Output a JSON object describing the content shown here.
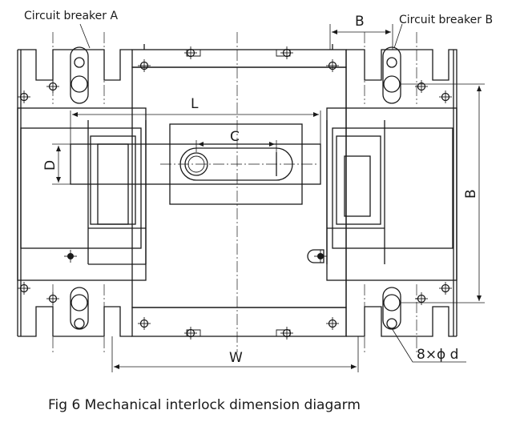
{
  "labels": {
    "breaker_a": "Circuit breaker A",
    "breaker_b": "Circuit breaker B"
  },
  "dimensions": {
    "L": "L",
    "C": "C",
    "D": "D",
    "B_top": "B",
    "B_side": "B",
    "W": "W",
    "holes": "8×ϕ d"
  },
  "caption": "Fig 6 Mechanical interlock dimension diagarm"
}
